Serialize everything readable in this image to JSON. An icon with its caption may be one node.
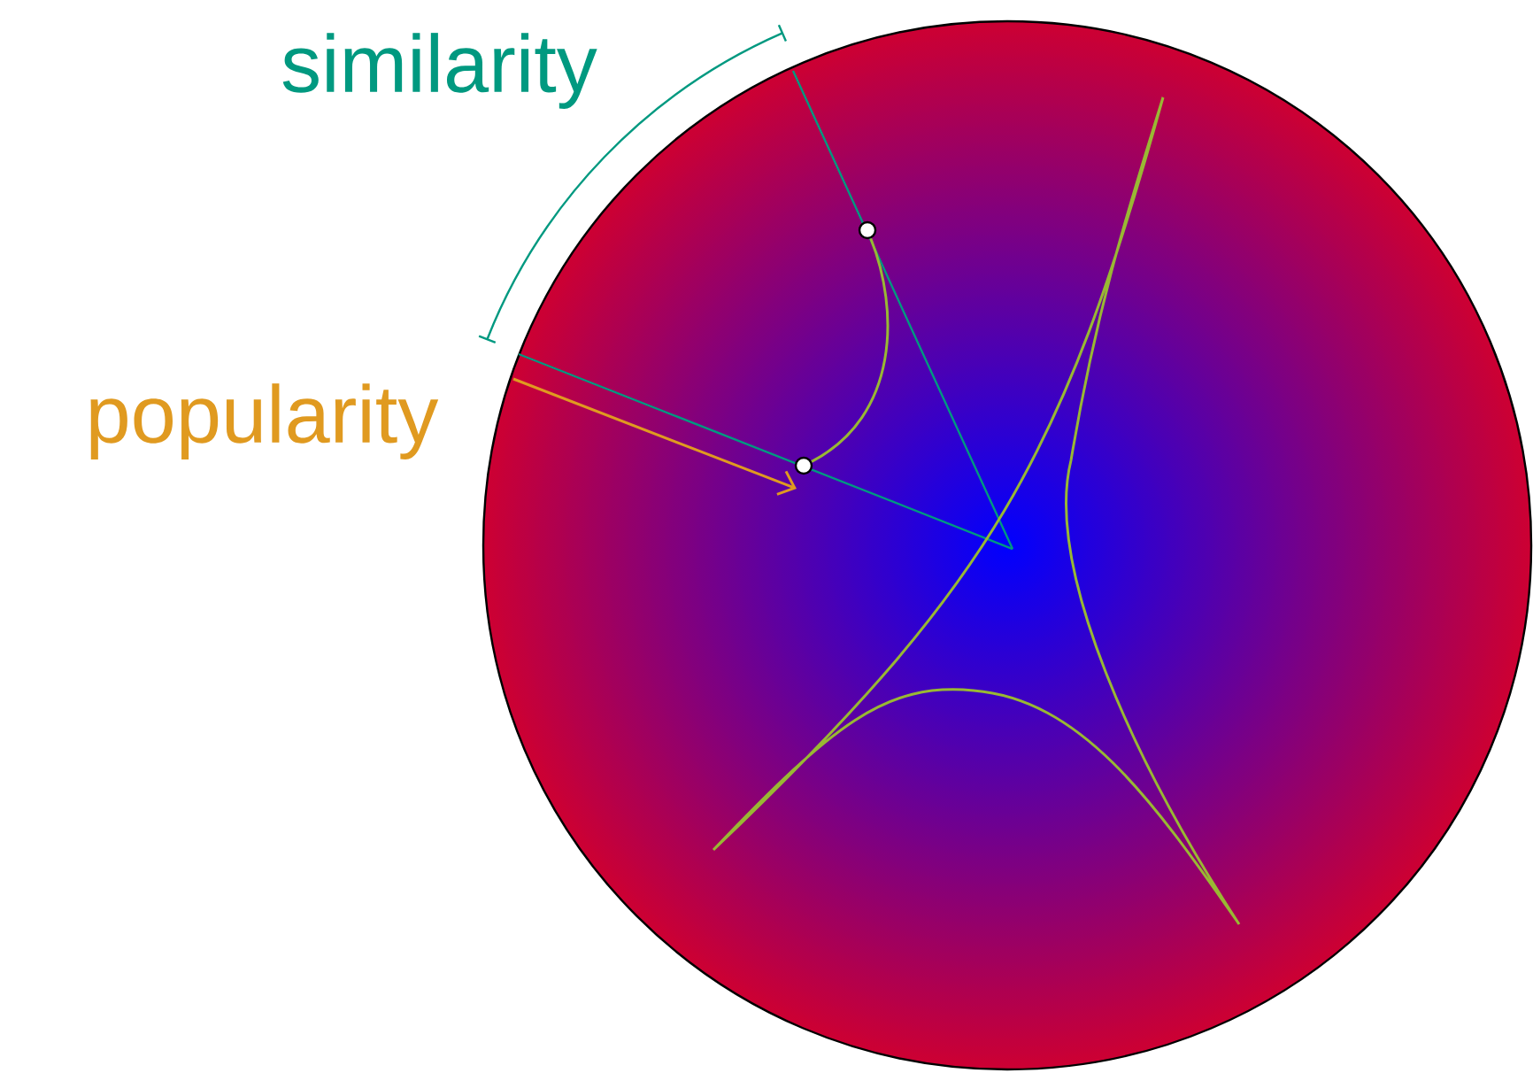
{
  "diagram": {
    "nodes": [
      {
        "text": [],
        "shape": "circle"
      },
      {
        "text": [],
        "shape": "circle"
      }
    ],
    "edges": [
      {
        "from": 0,
        "to": 1,
        "arrow": "none"
      }
    ],
    "labels": [
      "similarity",
      "popularity"
    ]
  }
}
